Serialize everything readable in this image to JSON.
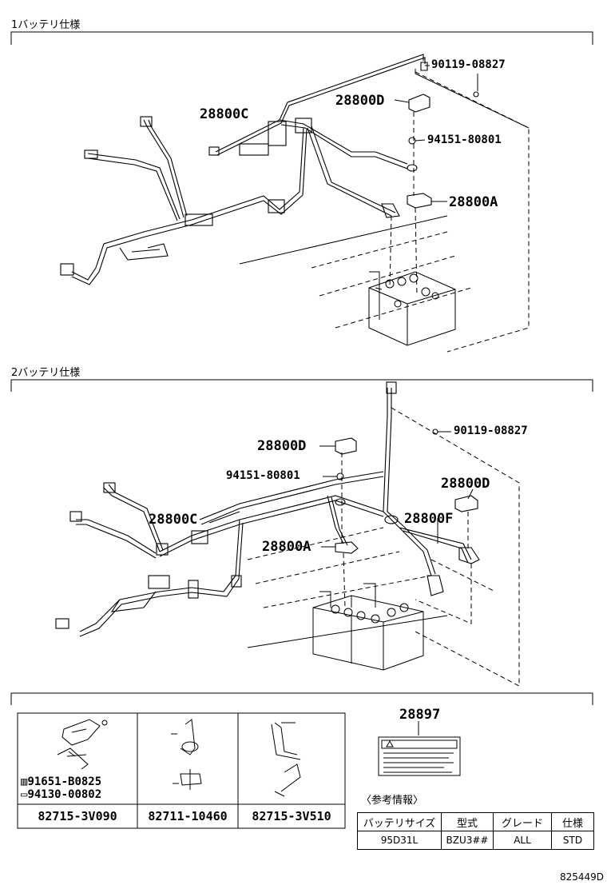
{
  "sections": {
    "one": {
      "label": "1バッテリ仕様"
    },
    "two": {
      "label": "2バッテリ仕様"
    }
  },
  "parts_top": {
    "p1": "90119-08827",
    "p2": "28800D",
    "p3": "28800C",
    "p4": "94151-80801",
    "p5": "28800A"
  },
  "parts_bottom": {
    "p1": "90119-08827",
    "p2": "28800D",
    "p3": "94151-80801",
    "p4": "28800D",
    "p5": "28800C",
    "p6": "28800F",
    "p7": "28800A"
  },
  "clamps": {
    "c1_a": "91651-B0825",
    "c1_b": "94130-00802",
    "c1_part": "82715-3V090",
    "c2_part": "82711-10460",
    "c3_part": "82715-3V510"
  },
  "label_part": "28897",
  "reference": {
    "title": "〈参考情報〉",
    "headers": [
      "バッテリサイズ",
      "型式",
      "グレード",
      "仕様"
    ],
    "row": [
      "95D31L",
      "BZU3##",
      "ALL",
      "STD"
    ]
  },
  "doc_id": "825449D"
}
